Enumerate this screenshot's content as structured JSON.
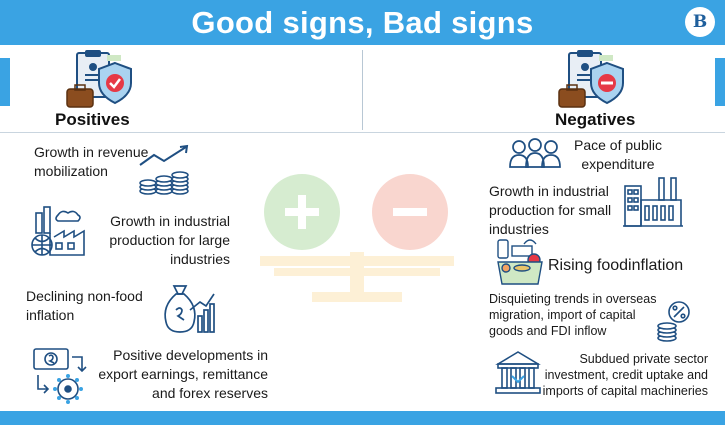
{
  "title": "Good signs, Bad signs",
  "logo_letter": "B",
  "positives": {
    "heading": "Positives",
    "items": [
      {
        "text_lines": [
          "Growth in revenue",
          "mobilization"
        ],
        "icon": "coins-growth-icon"
      },
      {
        "text_lines": [
          "Growth in industrial",
          "production for large",
          "industries"
        ],
        "icon": "factory-icon"
      },
      {
        "text_lines": [
          "Declining non-food",
          "inflation"
        ],
        "icon": "money-bag-chart-icon"
      },
      {
        "text_lines": [
          "Positive developments in",
          "export earnings, remittance",
          "and forex reserves"
        ],
        "icon": "currency-exchange-icon"
      }
    ]
  },
  "negatives": {
    "heading": "Negatives",
    "items": [
      {
        "text_lines": [
          "Pace of public",
          "expenditure"
        ],
        "icon": "people-group-icon"
      },
      {
        "text_lines": [
          "Growth in industrial",
          "production for small",
          "industries"
        ],
        "icon": "small-factory-icon"
      },
      {
        "text_lines": [
          "Rising foodinflation"
        ],
        "icon": "grocery-icon"
      },
      {
        "text_lines": [
          "Disquieting trends in overseas",
          "migration, import of capital",
          "goods and FDI inflow"
        ],
        "icon": "percent-coins-icon"
      },
      {
        "text_lines": [
          "Subdued private sector",
          "investment, credit uptake and",
          "imports of capital machineries"
        ],
        "icon": "bank-icon"
      }
    ]
  },
  "colors": {
    "accent": "#3aa3e3",
    "navy": "#1f4f82",
    "positive": "#e63946",
    "plus_green": "#cfe8c4",
    "minus_red": "#f7c9c2"
  }
}
